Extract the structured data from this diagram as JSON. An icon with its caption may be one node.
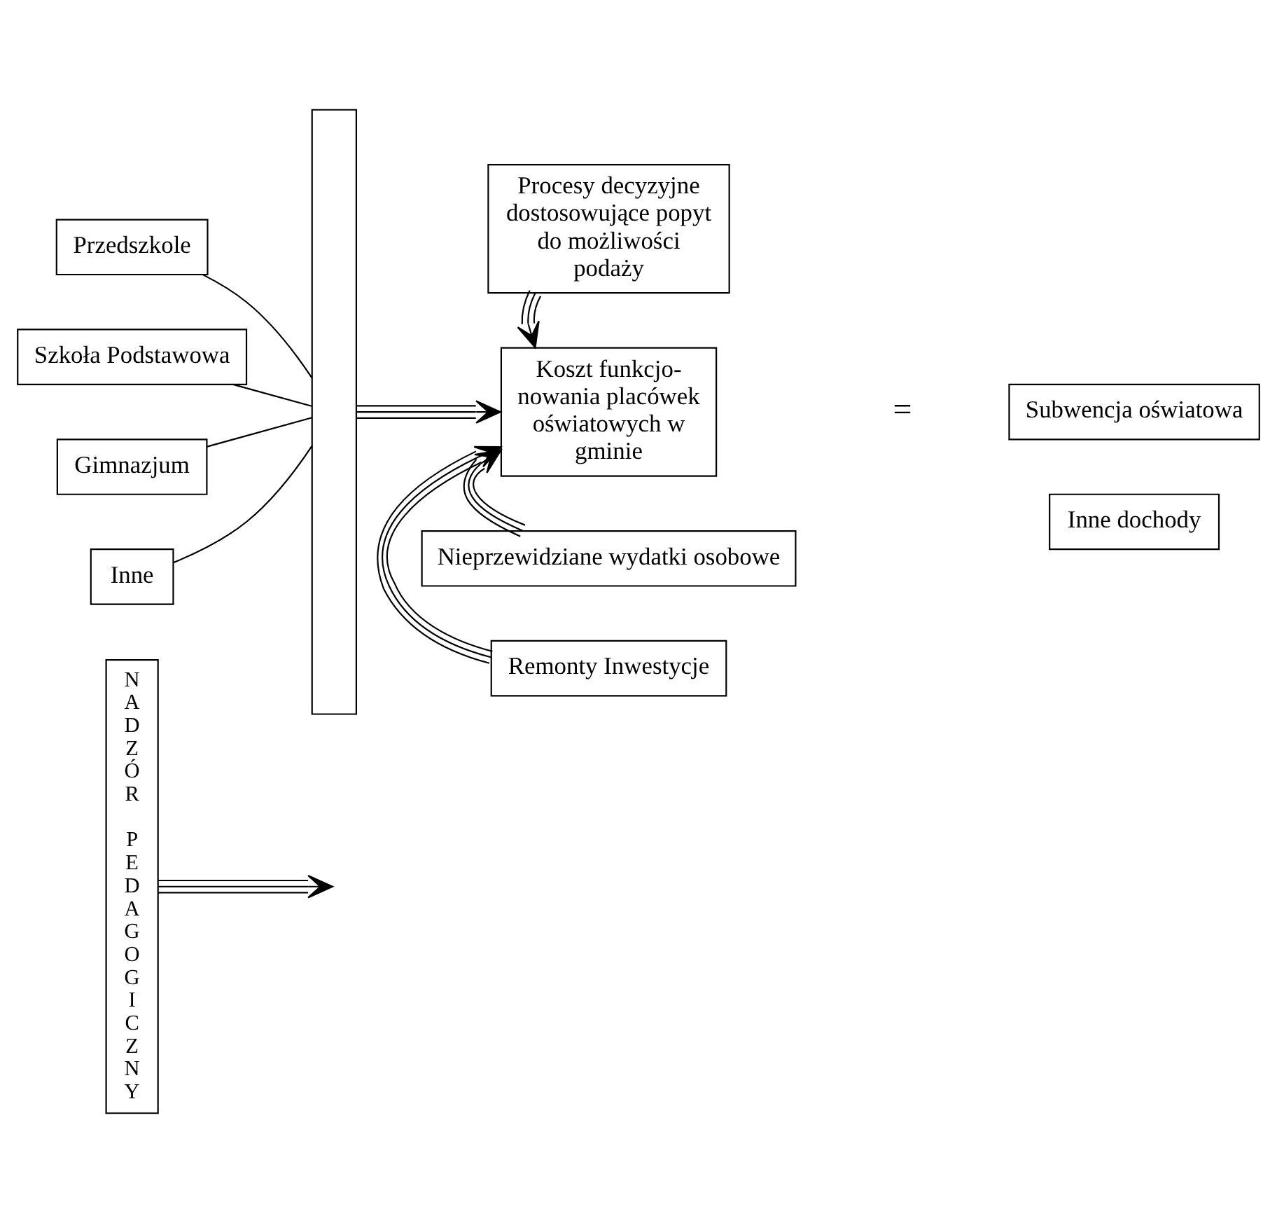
{
  "diagram": {
    "nodes": [
      {
        "text": [
          "NADZÓR PEDAGOGICZNY"
        ]
      },
      {
        "text": [
          "Przedszkole"
        ]
      },
      {
        "text": [
          "Szkoła Podstawowa"
        ]
      },
      {
        "text": [
          "Gimnazjum"
        ]
      },
      {
        "text": [
          "Inne"
        ]
      },
      {
        "text": [],
        "shape": "bar"
      },
      {
        "text": [
          "Koszt funkcjo- nowania placówek oświatowych w gminie"
        ]
      },
      {
        "text": [
          "Procesy decyzyjne dostosowujące popyt do możliwości podaży"
        ]
      },
      {
        "text": [
          "Subwencja oświatowa"
        ]
      },
      {
        "text": [
          "Inne dochody"
        ]
      },
      {
        "text": [
          "Nieprzewidziane wydatki osobowe"
        ]
      },
      {
        "text": [
          "Remonty Inwestycje"
        ]
      }
    ],
    "edges": [
      {
        "from": 0,
        "to": null,
        "arrow": "to"
      },
      {
        "from": 1,
        "to": 5,
        "arrow": "none"
      },
      {
        "from": 2,
        "to": 5,
        "arrow": "none"
      },
      {
        "from": 3,
        "to": 5,
        "arrow": "none"
      },
      {
        "from": 4,
        "to": 5,
        "arrow": "none"
      },
      {
        "from": 5,
        "to": 6,
        "arrow": "to"
      },
      {
        "from": 7,
        "to": 6,
        "arrow": "to"
      },
      {
        "from": 10,
        "to": 6,
        "arrow": "to"
      },
      {
        "from": 11,
        "to": 6,
        "arrow": "to"
      }
    ],
    "labels": [
      "="
    ]
  }
}
